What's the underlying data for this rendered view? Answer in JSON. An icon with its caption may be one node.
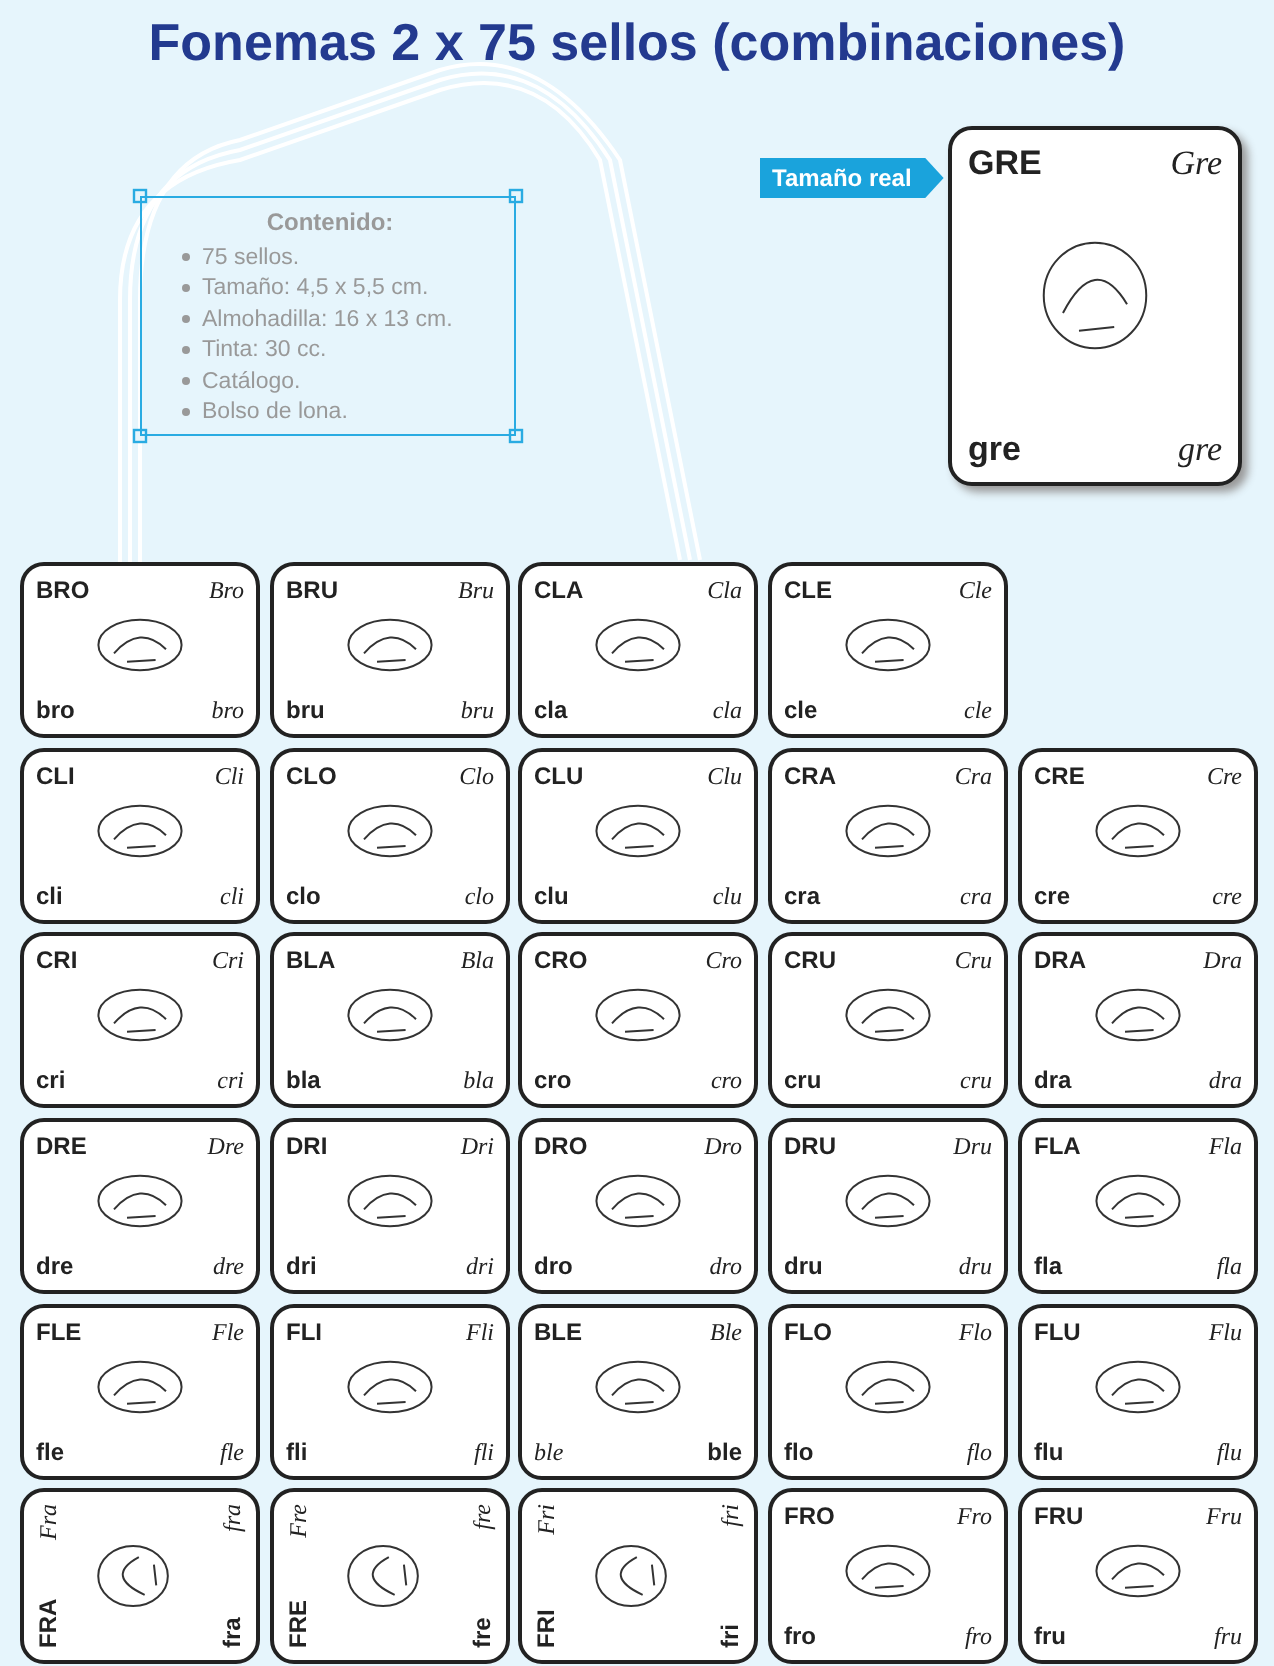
{
  "diagram": {
    "title": "Fonemas 2 x 75 sellos (combinaciones)",
    "nodes": [
      {
        "text": [
          "Contenido:",
          "75 sellos.",
          "Tamaño: 4,5 x 5,5 cm.",
          "Almohadilla: 16 x 13 cm.",
          "Tinta: 30 cc.",
          "Catálogo.",
          "Bolso de lona."
        ]
      },
      {
        "text": [
          "Tamaño real"
        ]
      },
      {
        "text": [
          "GRE",
          "Gre",
          "gre",
          "gre"
        ]
      },
      {
        "text": [
          "BRO",
          "Bro",
          "bro",
          "bro"
        ]
      },
      {
        "text": [
          "BRU",
          "Bru",
          "bru",
          "bru"
        ]
      },
      {
        "text": [
          "CLA",
          "Cla",
          "cla",
          "cla"
        ]
      },
      {
        "text": [
          "CLE",
          "Cle",
          "cle",
          "cle"
        ]
      },
      {
        "text": [
          "CLI",
          "Cli",
          "cli",
          "cli"
        ]
      },
      {
        "text": [
          "CLO",
          "Clo",
          "clo",
          "clo"
        ]
      },
      {
        "text": [
          "CLU",
          "Clu",
          "clu",
          "clu"
        ]
      },
      {
        "text": [
          "CRA",
          "Cra",
          "cra",
          "cra"
        ]
      },
      {
        "text": [
          "CRE",
          "Cre",
          "cre",
          "cre"
        ]
      },
      {
        "text": [
          "CRI",
          "Cri",
          "cri",
          "cri"
        ]
      },
      {
        "text": [
          "BLA",
          "Bla",
          "bla",
          "bla"
        ]
      },
      {
        "text": [
          "CRO",
          "Cro",
          "cro",
          "cro"
        ]
      },
      {
        "text": [
          "CRU",
          "Cru",
          "cru",
          "cru"
        ]
      },
      {
        "text": [
          "DRA",
          "Dra",
          "dra",
          "dra"
        ]
      },
      {
        "text": [
          "DRE",
          "Dre",
          "dre",
          "dre"
        ]
      },
      {
        "text": [
          "DRI",
          "Dri",
          "dri",
          "dri"
        ]
      },
      {
        "text": [
          "DRO",
          "Dro",
          "dro",
          "dro"
        ]
      },
      {
        "text": [
          "DRU",
          "Dru",
          "dru",
          "dru"
        ]
      },
      {
        "text": [
          "FLA",
          "Fla",
          "fla",
          "fla"
        ]
      },
      {
        "text": [
          "FLE",
          "Fle",
          "fle",
          "fle"
        ]
      },
      {
        "text": [
          "FLI",
          "Fli",
          "fli",
          "fli"
        ]
      },
      {
        "text": [
          "BLE",
          "Ble",
          "ble",
          "ble"
        ]
      },
      {
        "text": [
          "FLO",
          "Flo",
          "flo",
          "flo"
        ]
      },
      {
        "text": [
          "FLU",
          "Flu",
          "flu",
          "flu"
        ]
      },
      {
        "text": [
          "FRA",
          "Fra",
          "fra",
          "fra"
        ]
      },
      {
        "text": [
          "FRE",
          "Fre",
          "fre",
          "fre"
        ]
      },
      {
        "text": [
          "FRI",
          "Fri",
          "fri",
          "fri"
        ]
      },
      {
        "text": [
          "FRO",
          "Fro",
          "fro",
          "fro"
        ]
      },
      {
        "text": [
          "FRU",
          "Fru",
          "fru",
          "fru"
        ]
      }
    ]
  }
}
